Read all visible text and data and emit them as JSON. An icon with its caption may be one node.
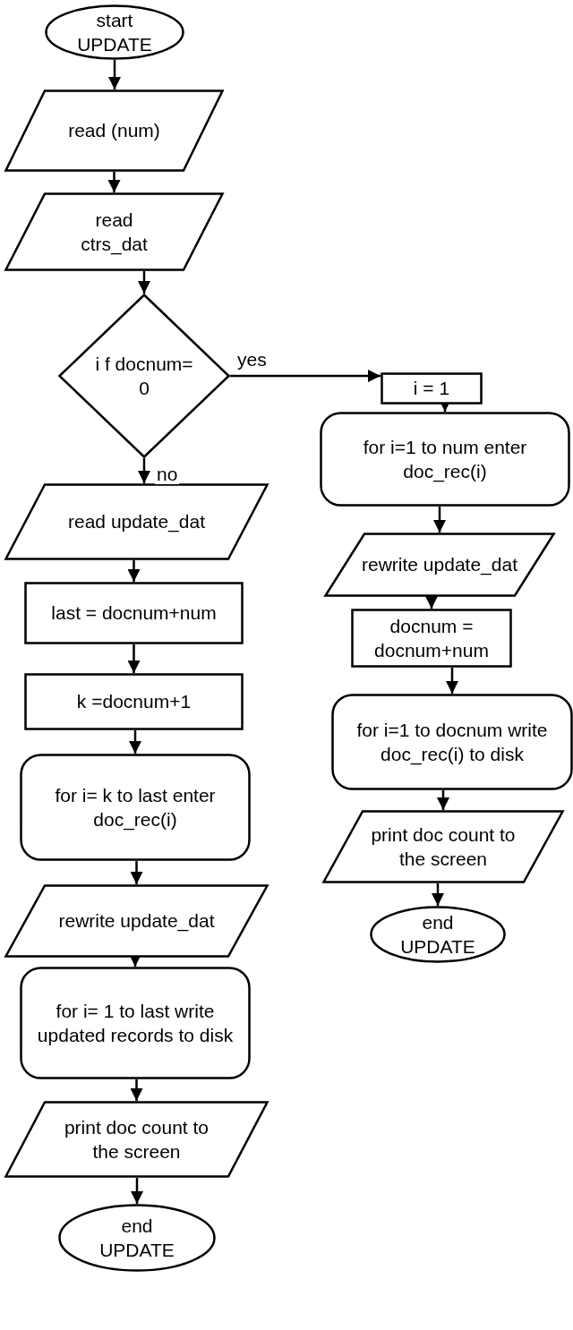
{
  "diagram": {
    "nodes": [
      {
        "text": [
          "start UPDATE"
        ]
      },
      {
        "text": [
          "read (num)"
        ]
      },
      {
        "text": [
          "read ctrs_dat"
        ]
      },
      {
        "text": [
          "i f docnum= 0"
        ]
      },
      {
        "text": [
          "i = 1"
        ]
      },
      {
        "text": [
          "for i=1 to num enter doc_rec(i)"
        ]
      },
      {
        "text": [
          "read update_dat"
        ]
      },
      {
        "text": [
          "last = docnum+num"
        ]
      },
      {
        "text": [
          "k =docnum+1"
        ]
      },
      {
        "text": [
          "for i= k to last enter doc_rec(i)"
        ]
      },
      {
        "text": [
          "rewrite update_dat"
        ]
      },
      {
        "text": [
          "for i= 1 to last write updated records to disk"
        ]
      },
      {
        "text": [
          "print doc count to the screen"
        ]
      },
      {
        "text": [
          "end UPDATE"
        ]
      },
      {
        "text": [
          "rewrite update_dat"
        ]
      },
      {
        "text": [
          "docnum = docnum+num"
        ]
      },
      {
        "text": [
          "for i=1 to docnum write doc_rec(i) to disk"
        ]
      },
      {
        "text": [
          "print doc count to the screen"
        ]
      },
      {
        "text": [
          "end UPDATE"
        ]
      }
    ],
    "edges": [
      {
        "from": 0,
        "to": 1,
        "arrow": "to"
      },
      {
        "from": 1,
        "to": 2,
        "arrow": "to"
      },
      {
        "from": 2,
        "to": 3,
        "arrow": "to"
      },
      {
        "from": 3,
        "to": 4,
        "arrow": "to",
        "label": "yes"
      },
      {
        "from": 3,
        "to": 6,
        "arrow": "to",
        "label": "no"
      },
      {
        "from": 6,
        "to": 7,
        "arrow": "to"
      },
      {
        "from": 7,
        "to": 8,
        "arrow": "to"
      },
      {
        "from": 8,
        "to": 9,
        "arrow": "to"
      },
      {
        "from": 9,
        "to": 10,
        "arrow": "to"
      },
      {
        "from": 10,
        "to": 11,
        "arrow": "to"
      },
      {
        "from": 11,
        "to": 12,
        "arrow": "to"
      },
      {
        "from": 12,
        "to": 13,
        "arrow": "to"
      },
      {
        "from": 4,
        "to": 5,
        "arrow": "to"
      },
      {
        "from": 5,
        "to": 14,
        "arrow": "to"
      },
      {
        "from": 14,
        "to": 15,
        "arrow": "to"
      },
      {
        "from": 15,
        "to": 16,
        "arrow": "to"
      },
      {
        "from": 16,
        "to": 17,
        "arrow": "to"
      },
      {
        "from": 17,
        "to": 18,
        "arrow": "to"
      }
    ]
  }
}
